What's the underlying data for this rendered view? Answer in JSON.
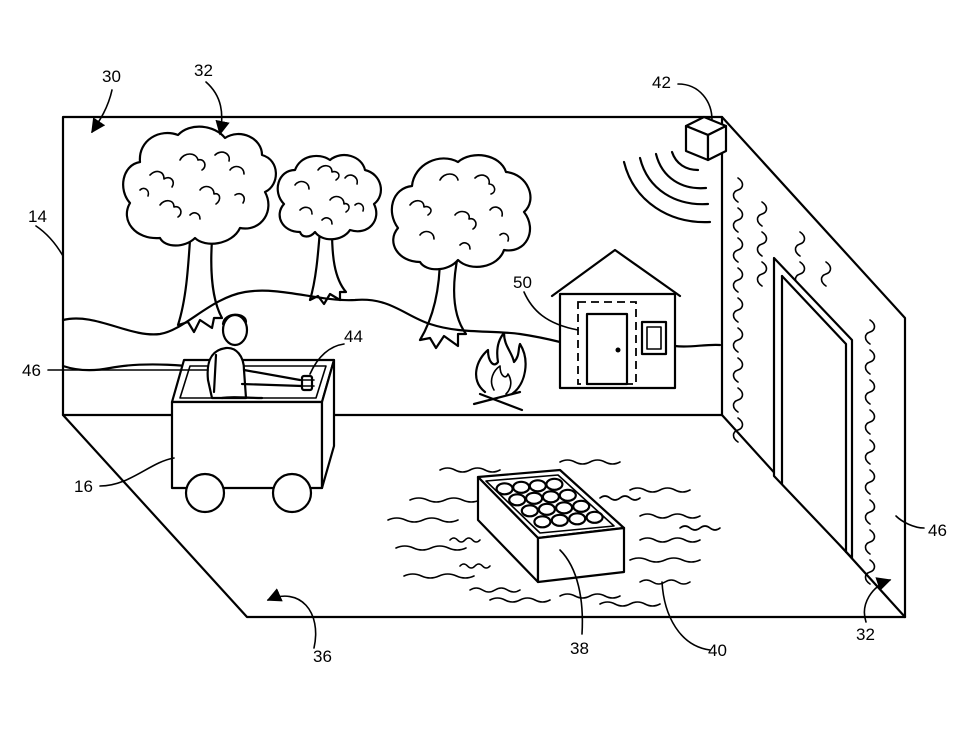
{
  "figure": {
    "labels": {
      "room": "30",
      "background_top": "32",
      "wall_left": "14",
      "projector": "42",
      "house": "50",
      "controller": "44",
      "effect_left": "46",
      "vehicle": "16",
      "effect_right": "46",
      "floor": "36",
      "food_tray": "38",
      "water_effect": "40",
      "background_right": "32"
    }
  }
}
